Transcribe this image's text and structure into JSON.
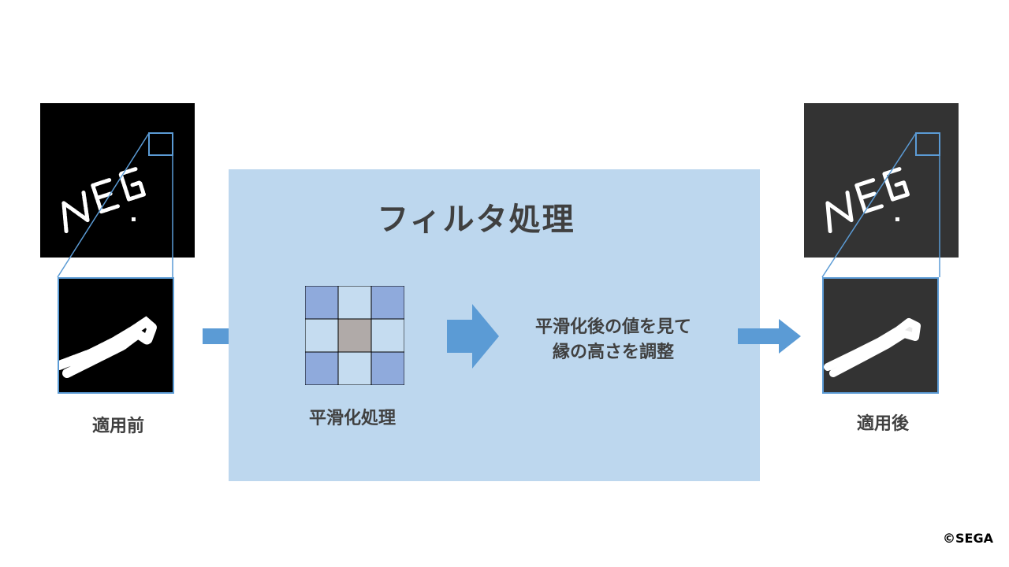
{
  "title": "フィルタ処理",
  "labels": {
    "before": "適用前",
    "after": "適用後",
    "smoothing": "平滑化処理",
    "description_line1": "平滑化後の値を見て",
    "description_line2": "縁の高さを調整"
  },
  "sample_text": "NEG",
  "copyright": "©SEGA",
  "colors": {
    "panel": "#bdd7ee",
    "accent_blue": "#5b9bd5",
    "kernel_dark": "#8faadc",
    "kernel_light": "#c5dcf0",
    "kernel_center": "#b0aaa8",
    "text": "#404040"
  }
}
